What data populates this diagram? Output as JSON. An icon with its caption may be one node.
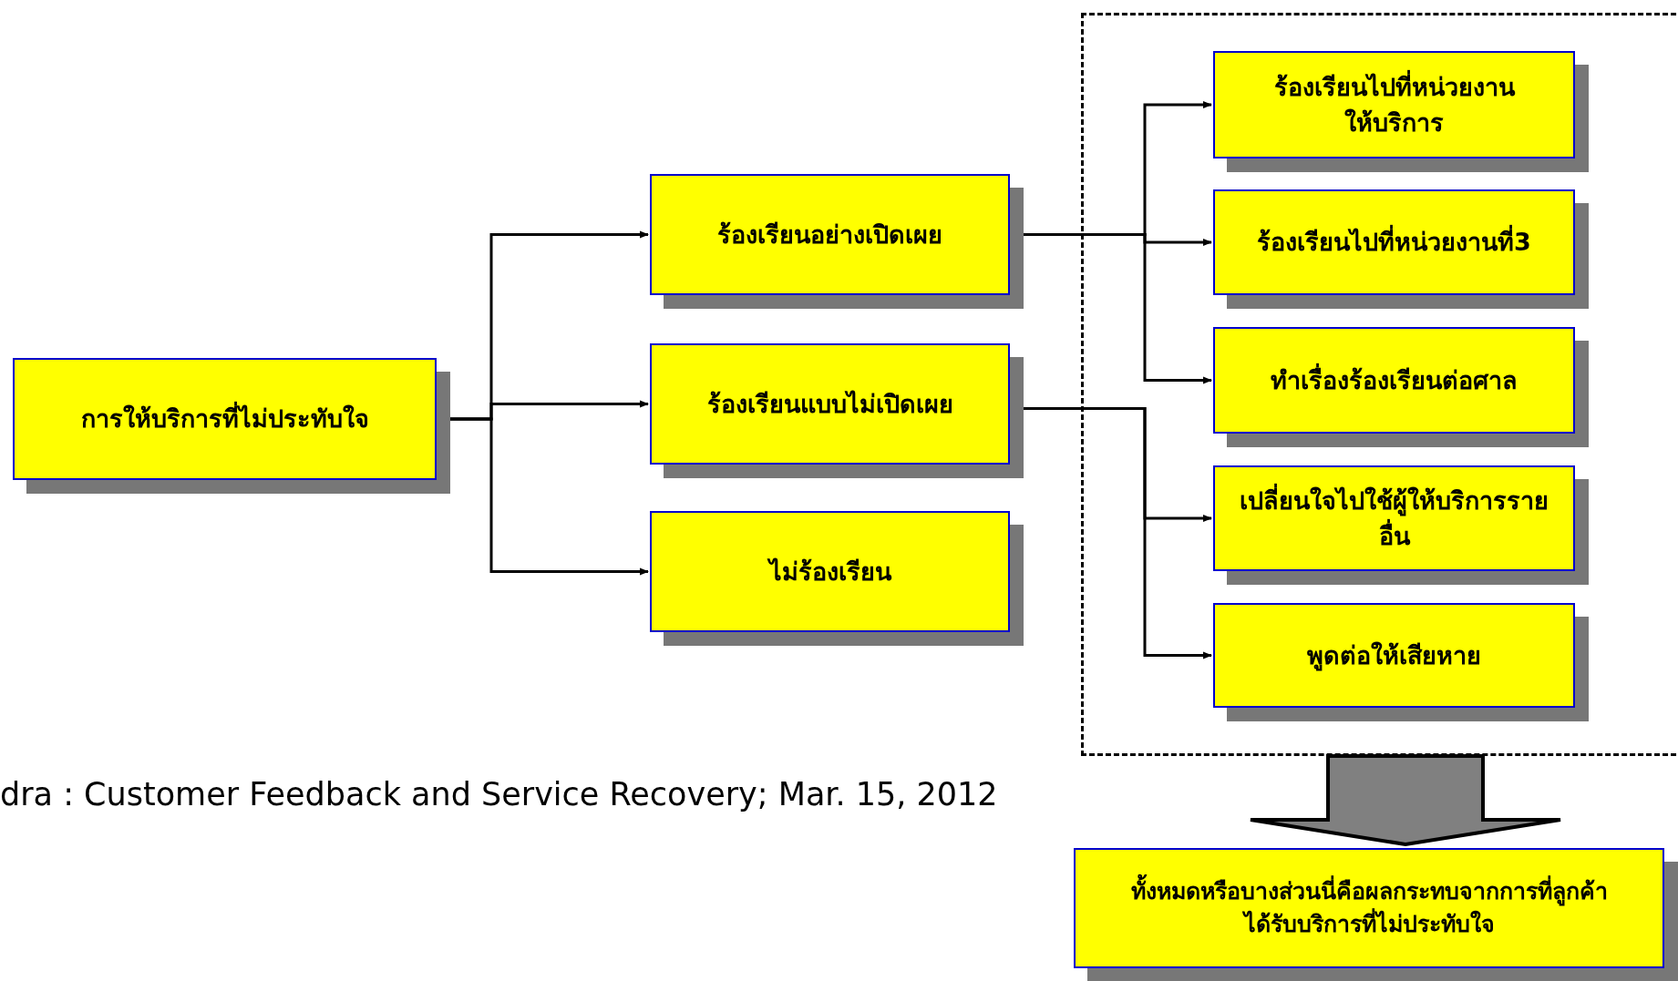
{
  "diagram": {
    "nodes": [
      {
        "text": [
          "การให้บริการที่ไม่ประทับใจ"
        ]
      },
      {
        "text": [
          "ร้องเรียนอย่างเปิดเผย"
        ]
      },
      {
        "text": [
          "ร้องเรียนแบบไม่เปิดเผย"
        ]
      },
      {
        "text": [
          "ไม่ร้องเรียน"
        ]
      },
      {
        "text": [],
        "shape": "box"
      },
      {
        "text": [
          "ร้องเรียนไปที่หน่วยงาน ให้บริการ"
        ],
        "in": 4
      },
      {
        "text": [
          "ร้องเรียนไปที่หน่วยงานที่3"
        ],
        "in": 4
      },
      {
        "text": [
          "ทำเรื่องร้องเรียนต่อศาล"
        ],
        "in": 4
      },
      {
        "text": [
          "เปลี่ยนใจไปใช้ผู้ให้บริการราย อื่น"
        ],
        "in": 4
      },
      {
        "text": [
          "พูดต่อให้เสียหาย"
        ],
        "in": 4
      },
      {
        "text": [
          "ทั้งหมดหรือบางส่วนนี่คือผลกระทบจากการที่ลูกค้า ได้รับบริการที่ไม่ประทับใจ"
        ]
      }
    ],
    "edges": [
      {
        "from": 0,
        "to": 1,
        "arrow": "to"
      },
      {
        "from": 0,
        "to": 2,
        "arrow": "to"
      },
      {
        "from": 0,
        "to": 3,
        "arrow": "to"
      },
      {
        "from": 1,
        "to": 5,
        "arrow": "to"
      },
      {
        "from": 1,
        "to": 6,
        "arrow": "to"
      },
      {
        "from": 1,
        "to": 7,
        "arrow": "to"
      },
      {
        "from": 2,
        "to": 8,
        "arrow": "to"
      },
      {
        "from": 2,
        "to": 9,
        "arrow": "to"
      },
      {
        "from": 4,
        "to": 10,
        "arrow": "to",
        "style": "thick",
        "color": "#808080"
      }
    ],
    "labels": [
      "dra : Customer Feedback and Service Recovery; Mar. 15, 2012"
    ]
  }
}
